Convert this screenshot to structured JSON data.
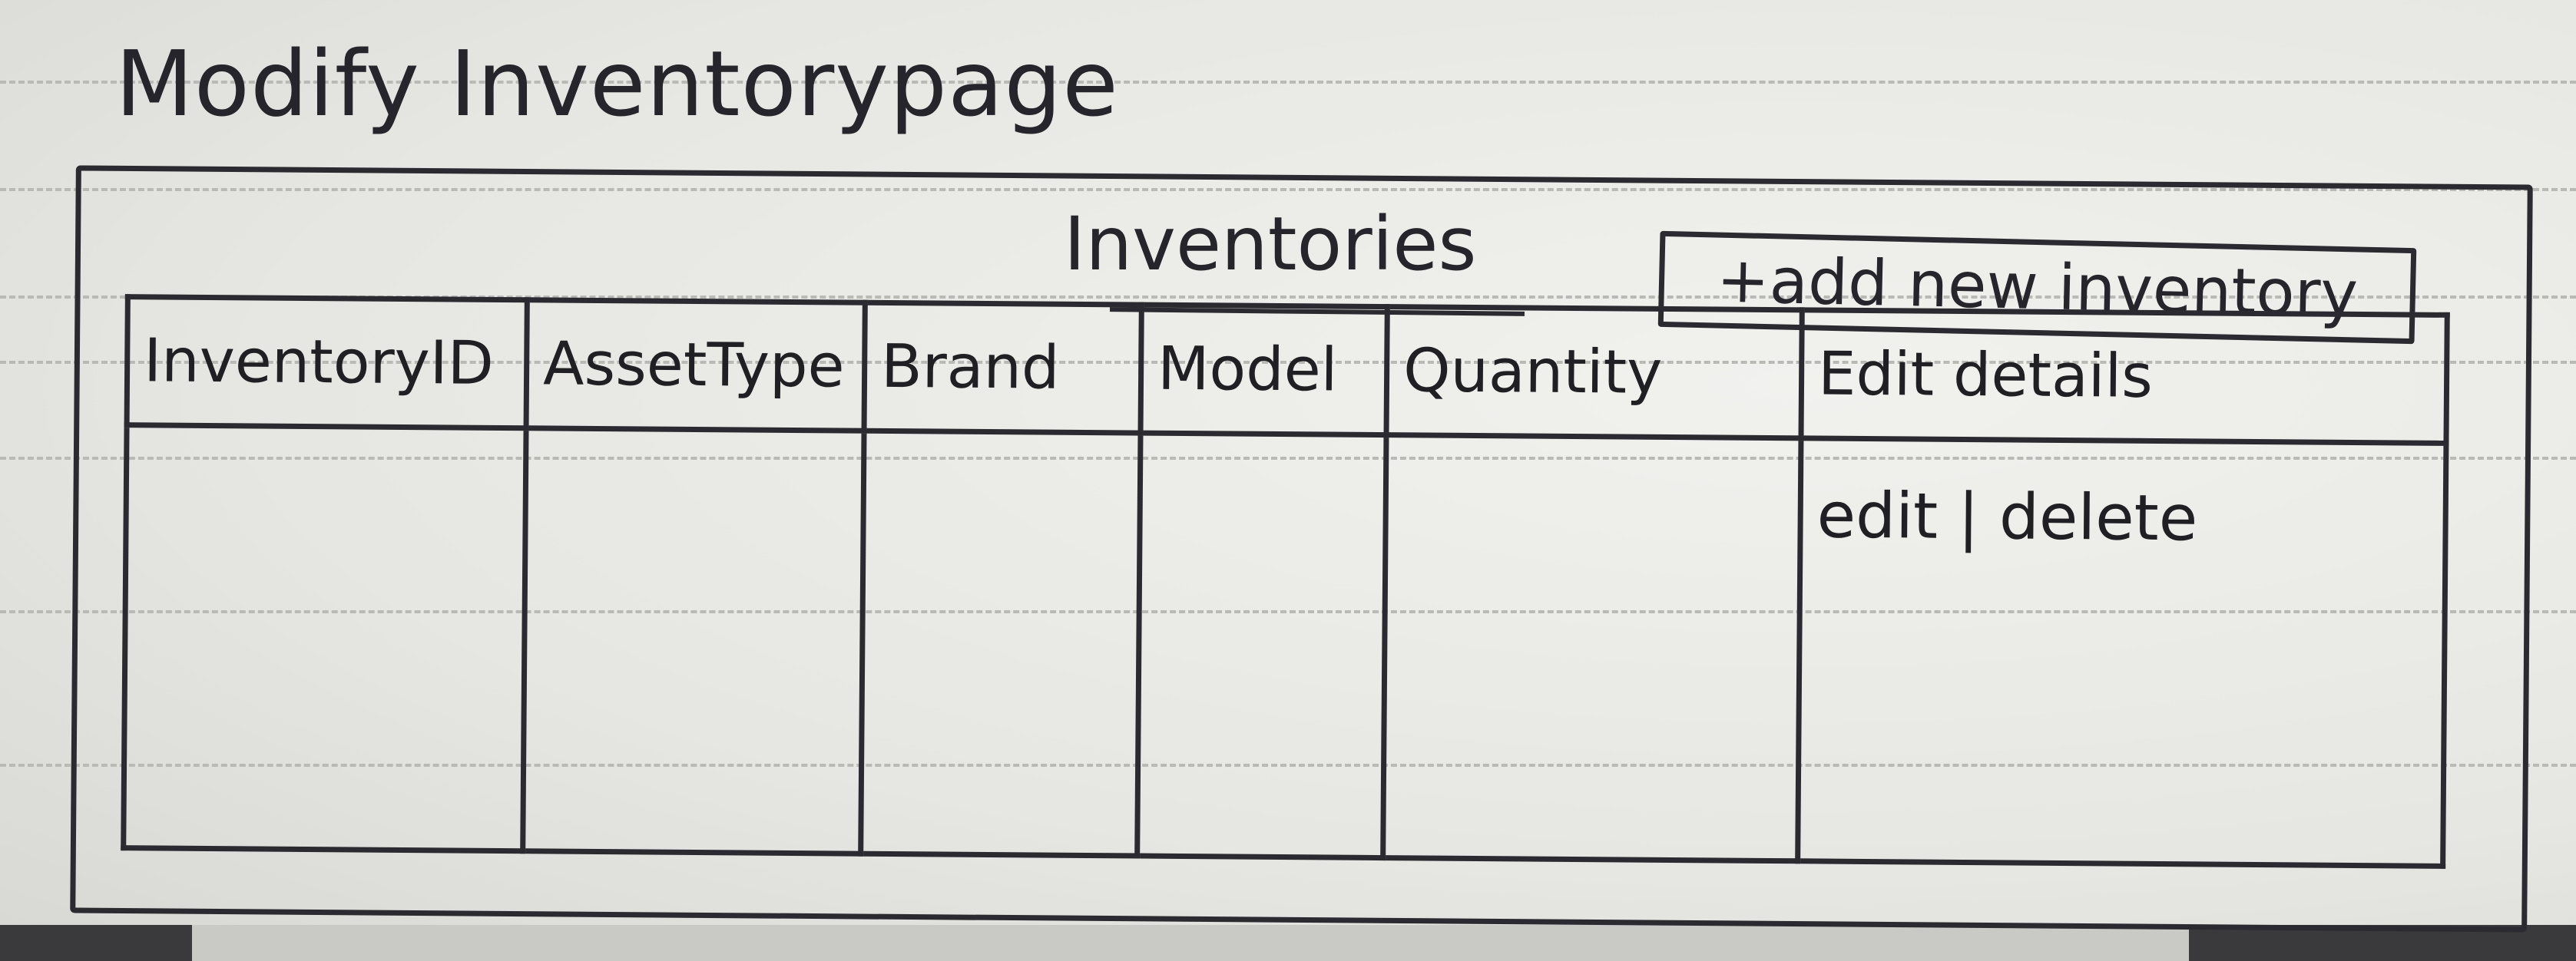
{
  "page": {
    "title": "Modify Inventorypage"
  },
  "main": {
    "heading": "Inventories",
    "add_button_label": "+add new inventory"
  },
  "table": {
    "columns": [
      "InventoryID",
      "AssetType",
      "Brand",
      "Model",
      "Quantity",
      "Edit details"
    ],
    "rows": [
      {
        "cells": [
          "",
          "",
          "",
          "",
          ""
        ],
        "edit_label": "edit",
        "separator": "|",
        "delete_label": "delete"
      }
    ]
  }
}
